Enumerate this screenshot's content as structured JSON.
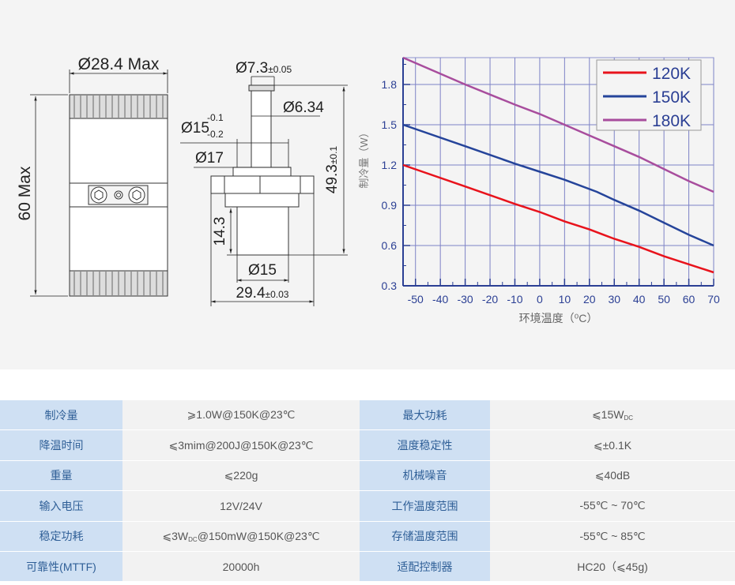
{
  "drawing": {
    "left_view": {
      "width_label": "Ø28.4 Max",
      "height_label": "60 Max"
    },
    "right_view": {
      "tip_dia": "Ø7.3",
      "tip_tol": "±0.05",
      "stem_dia": "Ø6.34",
      "shoulder_dia": "Ø15",
      "shoulder_tol_upper": "-0.1",
      "shoulder_tol_lower": "-0.2",
      "plate_dia": "Ø17",
      "height": "49.3",
      "height_tol": "±0.1",
      "body_height": "14.3",
      "body_dia": "Ø15",
      "flange_width": "29.4",
      "flange_tol": "±0.03"
    }
  },
  "chart_data": {
    "type": "line",
    "title": "",
    "xlabel": "环境温度（⁰C）",
    "ylabel": "制冷量（W）",
    "xlim": [
      -55,
      70
    ],
    "ylim": [
      0.3,
      2.0
    ],
    "xticks": [
      -50,
      -40,
      -30,
      -20,
      -10,
      0,
      10,
      20,
      30,
      40,
      50,
      60,
      70
    ],
    "yticks": [
      0.3,
      0.6,
      0.9,
      1.2,
      1.5,
      1.8
    ],
    "grid": true,
    "legend_position": "top-right",
    "series": [
      {
        "name": "120K",
        "color": "#e8131c",
        "x": [
          -55,
          -30,
          -10,
          0,
          10,
          20,
          30,
          40,
          50,
          60,
          70
        ],
        "y": [
          1.2,
          1.04,
          0.91,
          0.85,
          0.78,
          0.72,
          0.65,
          0.59,
          0.52,
          0.46,
          0.4
        ]
      },
      {
        "name": "150K",
        "color": "#25449a",
        "x": [
          -55,
          -30,
          -10,
          0,
          10,
          23,
          30,
          40,
          50,
          60,
          70
        ],
        "y": [
          1.5,
          1.34,
          1.21,
          1.15,
          1.09,
          1.0,
          0.94,
          0.86,
          0.77,
          0.68,
          0.6
        ]
      },
      {
        "name": "180K",
        "color": "#a84d9d",
        "x": [
          -55,
          -30,
          -10,
          0,
          10,
          20,
          30,
          40,
          50,
          60,
          70
        ],
        "y": [
          2.0,
          1.8,
          1.65,
          1.58,
          1.5,
          1.42,
          1.34,
          1.26,
          1.17,
          1.08,
          1.0
        ]
      }
    ]
  },
  "specs": [
    {
      "k1": "制冷量",
      "v1": "⩾1.0W@150K@23℃",
      "k2": "最大功耗",
      "v2": "⩽15W",
      "v2_sub": "DC"
    },
    {
      "k1": "降温时间",
      "v1": "⩽3mim@200J@150K@23℃",
      "k2": "温度稳定性",
      "v2": "⩽±0.1K"
    },
    {
      "k1": "重量",
      "v1": "⩽220g",
      "k2": "机械噪音",
      "v2": "⩽40dB"
    },
    {
      "k1": "输入电压",
      "v1": "12V/24V",
      "k2": "工作温度范围",
      "v2": "-55℃ ~ 70℃"
    },
    {
      "k1": "稳定功耗",
      "v1_a": "⩽3W",
      "v1_sub": "DC",
      "v1_b": "@150mW@150K@23℃",
      "k2": "存储温度范围",
      "v2": "-55℃ ~ 85℃"
    },
    {
      "k1": "可靠性(MTTF)",
      "v1": "20000h",
      "k2": "适配控制器",
      "v2": "HC20（⩽45g)"
    }
  ]
}
